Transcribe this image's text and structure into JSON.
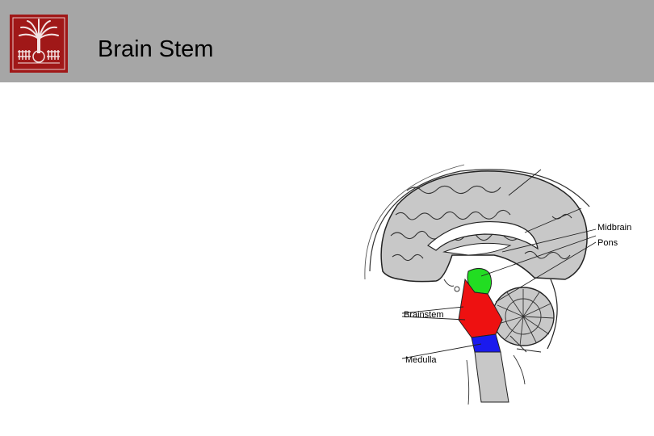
{
  "slide": {
    "title": "Brain Stem"
  },
  "diagram": {
    "labels": {
      "midbrain": "Midbrain",
      "pons": "Pons",
      "brainstem": "Brainstem",
      "medulla": "Medulla"
    },
    "colors": {
      "header_bg": "#a6a6a6",
      "logo_bg": "#a01818",
      "midbrain": "#22dd22",
      "pons": "#ee1111",
      "medulla": "#1a1aee",
      "brain": "#c8c8c8"
    }
  }
}
